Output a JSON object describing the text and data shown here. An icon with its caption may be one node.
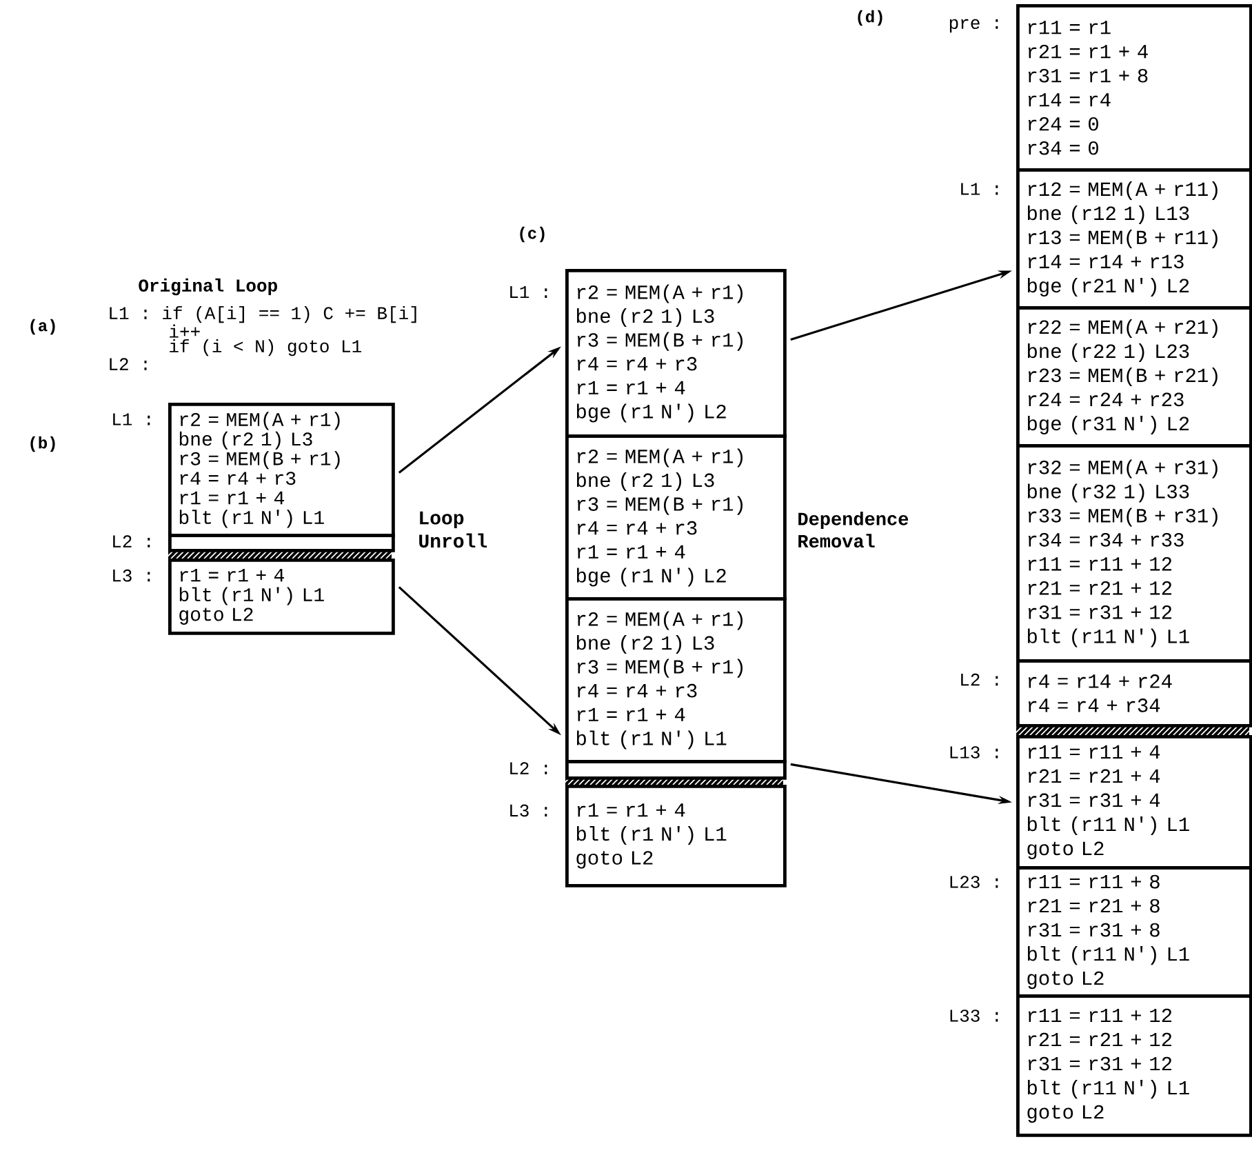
{
  "diagram": {
    "nodes": [
      {
        "text": [
          "r2 = MEM(A + r1)",
          "bne (r2 1) L3",
          "r3 = MEM(B + r1)",
          "r4 = r4 + r3",
          "r1 = r1 + 4",
          "blt (r1 N') L1"
        ],
        "beside": [
          "L1 :"
        ]
      },
      {
        "text": [],
        "shape": "box",
        "beside": [
          "L2 :"
        ]
      },
      {
        "text": [
          "r1 = r1 + 4",
          "blt (r1 N') L1",
          "goto L2"
        ],
        "beside": [
          "L3 :"
        ]
      },
      {
        "text": [
          "r2 = MEM(A + r1)",
          "bne (r2 1) L3",
          "r3 = MEM(B + r1)",
          "r4 = r4 + r3",
          "r1 = r1 + 4",
          "bge (r1 N') L2"
        ],
        "beside": [
          "L1 :"
        ]
      },
      {
        "text": [
          "r2 = MEM(A + r1)",
          "bne (r2 1) L3",
          "r3 = MEM(B + r1)",
          "r4 = r4 + r3",
          "r1 = r1 + 4",
          "bge (r1 N') L2"
        ]
      },
      {
        "text": [
          "r2 = MEM(A + r1)",
          "bne (r2 1) L3",
          "r3 = MEM(B + r1)",
          "r4 = r4 + r3",
          "r1 = r1 + 4",
          "blt (r1 N') L1"
        ]
      },
      {
        "text": [],
        "shape": "box",
        "beside": [
          "L2 :"
        ]
      },
      {
        "text": [
          "r1 = r1 + 4",
          "blt (r1 N') L1",
          "goto L2"
        ],
        "beside": [
          "L3 :"
        ]
      },
      {
        "text": [
          "r11 = r1",
          "r21 = r1 + 4",
          "r31 = r1 + 8",
          "r14 = r4",
          "r24 = 0",
          "r34 = 0"
        ],
        "beside": [
          "pre :"
        ]
      },
      {
        "text": [
          "r12 = MEM(A + r11)",
          "bne (r12 1) L13",
          "r13 = MEM(B + r11)",
          "r14 = r14 + r13",
          "bge (r21 N') L2"
        ],
        "beside": [
          "L1 :"
        ]
      },
      {
        "text": [
          "r22 = MEM(A + r21)",
          "bne (r22 1) L23",
          "r23 = MEM(B + r21)",
          "r24 = r24 + r23",
          "bge (r31 N') L2"
        ]
      },
      {
        "text": [
          "r32 = MEM(A + r31)",
          "bne (r32 1) L33",
          "r33 = MEM(B + r31)",
          "r34 = r34 + r33",
          "r11 = r11 + 12",
          "r21 = r21 + 12",
          "r31 = r31 + 12",
          "blt (r11 N') L1"
        ]
      },
      {
        "text": [
          "r4 = r14 + r24",
          "r4 = r4 + r34"
        ],
        "beside": [
          "L2 :"
        ]
      },
      {
        "text": [
          "r11 = r11 + 4",
          "r21 = r21 + 4",
          "r31 = r31 + 4",
          "blt (r11 N') L1",
          "goto L2"
        ],
        "beside": [
          "L13 :"
        ]
      },
      {
        "text": [
          "r11 = r11 + 8",
          "r21 = r21 + 8",
          "r31 = r31 + 8",
          "blt (r11 N') L1",
          "goto L2"
        ],
        "beside": [
          "L23 :"
        ]
      },
      {
        "text": [
          "r11 = r11 + 12",
          "r21 = r21 + 12",
          "r31 = r31 + 12",
          "blt (r11 N') L1",
          "goto L2"
        ],
        "beside": [
          "L33 :"
        ]
      }
    ],
    "edges": [
      {
        "from": 0,
        "to": 3,
        "arrow": "to"
      },
      {
        "from": 2,
        "to": 5,
        "arrow": "to"
      },
      {
        "from": 3,
        "to": 9,
        "arrow": "to"
      },
      {
        "from": 6,
        "to": 13,
        "arrow": "to"
      }
    ],
    "labels": [
      "Original Loop",
      "(a)",
      "L1 : if (A[i] == 1) C += B[i]",
      "i++",
      "if (i < N) goto L1",
      "L2 :",
      "(b)",
      "Loop Unroll",
      "(c)",
      "Dependence Removal",
      "(d)"
    ]
  }
}
